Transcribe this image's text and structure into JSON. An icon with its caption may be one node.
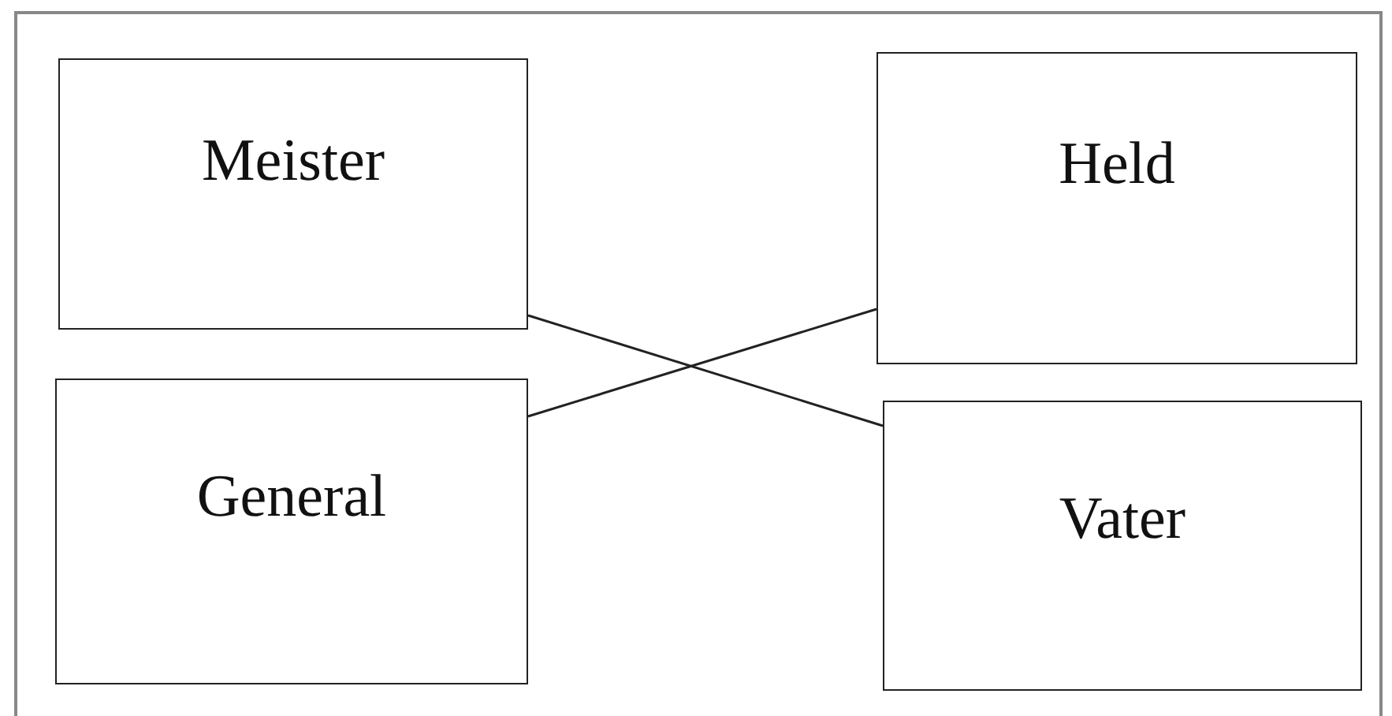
{
  "diagram": {
    "nodes": [
      {
        "text": [
          "Meister"
        ]
      },
      {
        "text": [
          "Held"
        ]
      },
      {
        "text": [
          "General"
        ]
      },
      {
        "text": [
          "Vater"
        ]
      }
    ],
    "edges": [
      {
        "from": 0,
        "to": 3,
        "arrow": "none"
      },
      {
        "from": 2,
        "to": 1,
        "arrow": "none"
      }
    ]
  }
}
